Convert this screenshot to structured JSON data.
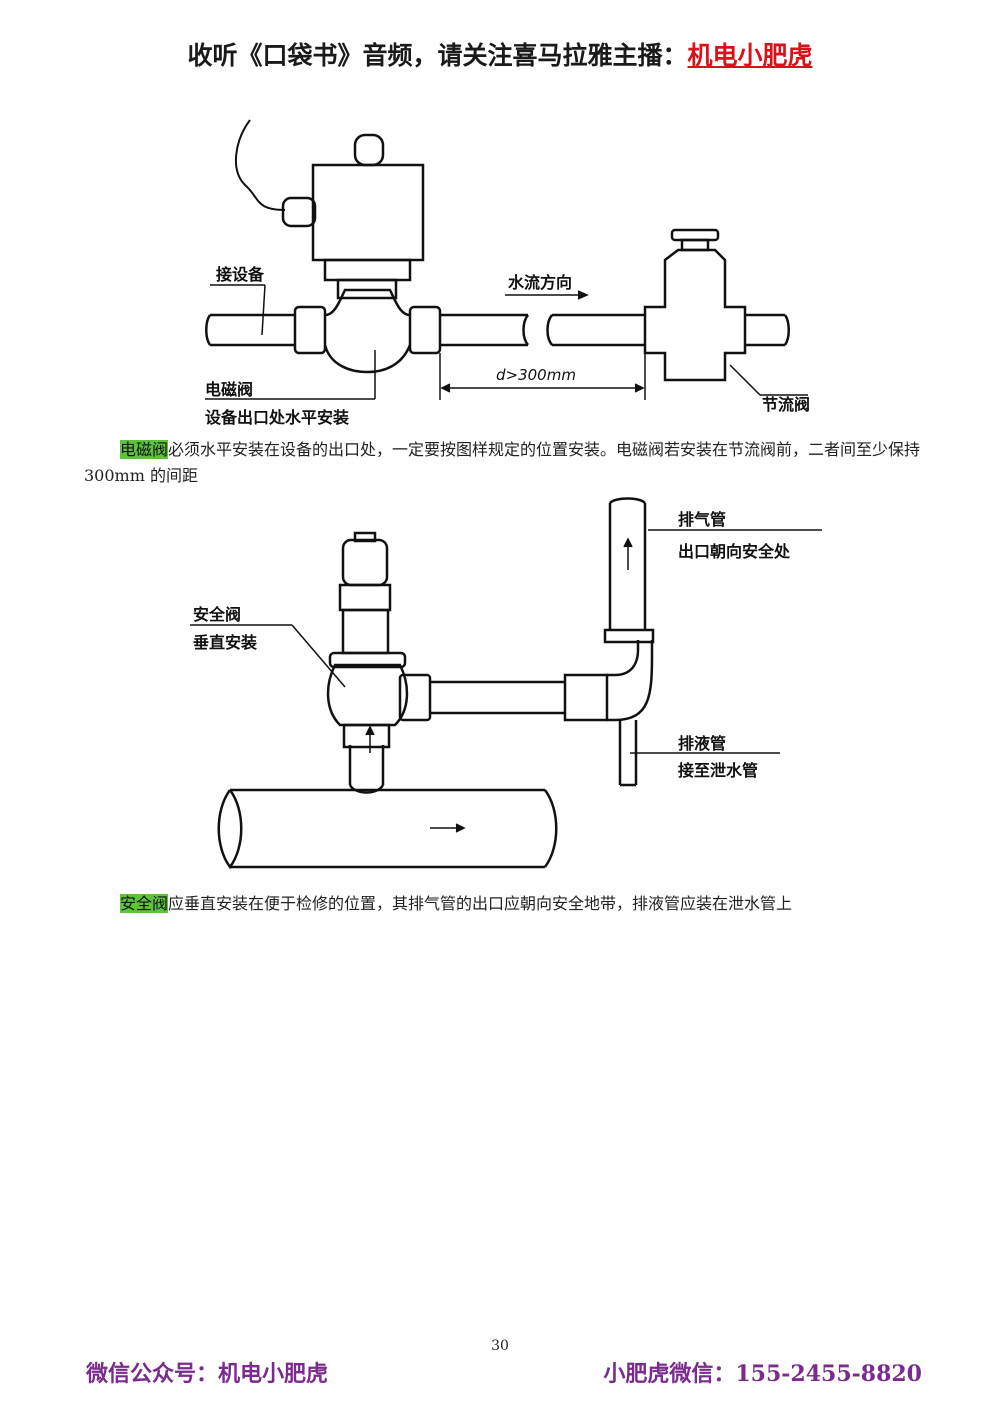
{
  "header": {
    "text": "收听《口袋书》音频，请关注喜马拉雅主播：",
    "highlight": "机电小肥虎"
  },
  "figure1": {
    "label_equipment": "接设备",
    "label_flow": "水流方向",
    "label_distance": "d>300mm",
    "label_solenoid": "电磁阀",
    "label_solenoid_note": "设备出口处水平安装",
    "label_throttle": "节流阀"
  },
  "caption1": {
    "highlight": "电磁阀",
    "text": "必须水平安装在设备的出口处，一定要按图样规定的位置安装。电磁阀若安装在节流阀前，二者间至少保持 300mm 的间距"
  },
  "figure2": {
    "label_safety_valve": "安全阀",
    "label_safety_valve_note": "垂直安装",
    "label_vent_pipe": "排气管",
    "label_vent_pipe_note": "出口朝向安全处",
    "label_drain_pipe": "排液管",
    "label_drain_pipe_note": "接至泄水管"
  },
  "caption2": {
    "highlight": "安全阀",
    "text": "应垂直安装在便于检修的位置，其排气管的出口应朝向安全地带，排液管应装在泄水管上"
  },
  "page_number": "30",
  "footer": {
    "left": "微信公众号：机电小肥虎",
    "right": "小肥虎微信：155-2455-8820"
  }
}
